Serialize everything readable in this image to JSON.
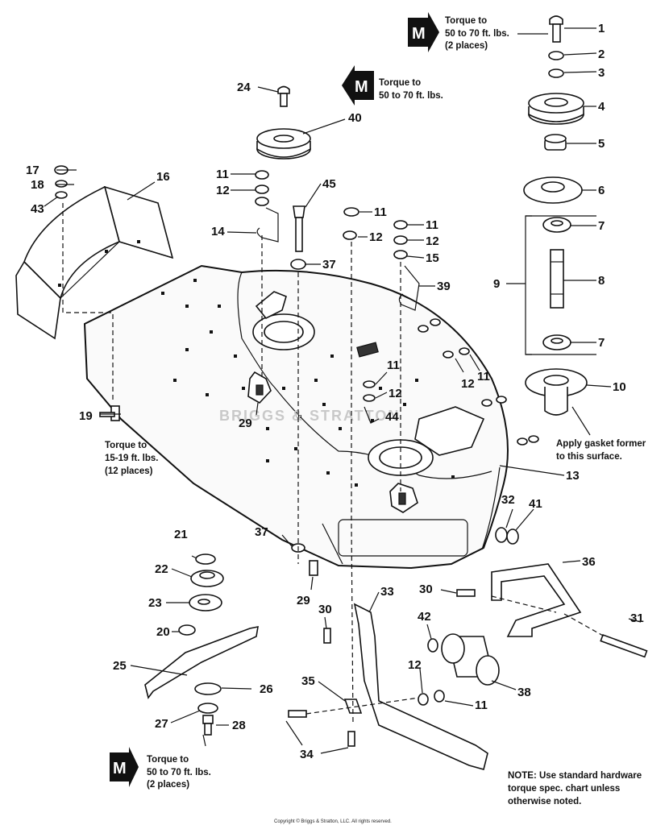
{
  "watermark": "BRIGGS & STRATTON",
  "torque_notes": {
    "top_right": {
      "badge": "M",
      "lines": [
        "Torque to",
        "50 to 70  ft. lbs.",
        "(2 places)"
      ]
    },
    "top_mid": {
      "badge": "M",
      "lines": [
        "Torque to",
        "50 to 70 ft. lbs."
      ]
    },
    "left_mid": {
      "lines": [
        "Torque to",
        "15-19 ft. lbs.",
        "(12 places)"
      ]
    },
    "bottom_left": {
      "badge": "M",
      "lines": [
        "Torque to",
        "50 to 70 ft. lbs.",
        "(2 places)"
      ]
    }
  },
  "gasket_note": [
    "Apply gasket former",
    "to this surface."
  ],
  "hardware_note": [
    "NOTE: Use standard hardware",
    "torque spec. chart unless",
    "otherwise noted."
  ],
  "copyright": "Copyright © Briggs & Stratton, LLC. All rights reserved.",
  "callouts": {
    "c1": "1",
    "c2": "2",
    "c3": "3",
    "c4": "4",
    "c5": "5",
    "c6": "6",
    "c7a": "7",
    "c7b": "7",
    "c8": "8",
    "c9": "9",
    "c10": "10",
    "c11a": "11",
    "c11b": "11",
    "c11c": "11",
    "c11d": "11",
    "c11e": "11",
    "c11f": "11",
    "c12a": "12",
    "c12b": "12",
    "c12c": "12",
    "c12d": "12",
    "c12e": "12",
    "c12f": "12",
    "c13": "13",
    "c14": "14",
    "c15": "15",
    "c16": "16",
    "c17": "17",
    "c18": "18",
    "c19": "19",
    "c20": "20",
    "c21": "21",
    "c22": "22",
    "c23": "23",
    "c24": "24",
    "c25": "25",
    "c26": "26",
    "c27": "27",
    "c28": "28",
    "c29a": "29",
    "c29b": "29",
    "c30a": "30",
    "c30b": "30",
    "c31": "31",
    "c32": "32",
    "c33": "33",
    "c34": "34",
    "c35": "35",
    "c36": "36",
    "c37a": "37",
    "c37b": "37",
    "c38": "38",
    "c39": "39",
    "c40": "40",
    "c41": "41",
    "c42": "42",
    "c43": "43",
    "c44": "44",
    "c45": "45"
  }
}
